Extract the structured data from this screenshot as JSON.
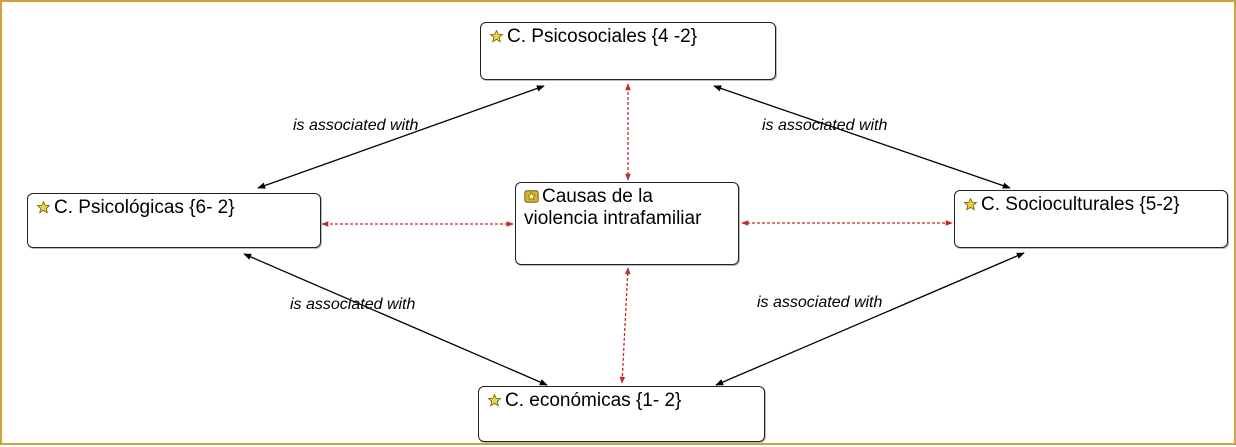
{
  "colors": {
    "border": "#d2a23a",
    "association_line": "#000000",
    "dotted_link": "#c62828",
    "code_icon": "#e9d34a",
    "center_icon": "#d8b12d"
  },
  "nodes": {
    "psicosociales": {
      "label": "C. Psicosociales {4 -2}",
      "icon": "code-icon"
    },
    "psicologicas": {
      "label": "C. Psicológicas {6- 2}",
      "icon": "code-icon"
    },
    "causas": {
      "label": "Causas de la violencia intrafamiliar",
      "icon": "code-family-icon"
    },
    "socioculturales": {
      "label": "C. Socioculturales {5-2}",
      "icon": "code-icon"
    },
    "economicas": {
      "label": "C. económicas {1- 2}",
      "icon": "code-icon"
    }
  },
  "relations": {
    "top_left": "is associated with",
    "top_right": "is associated with",
    "bottom_left": "is associated with",
    "bottom_right": "is associated with"
  }
}
